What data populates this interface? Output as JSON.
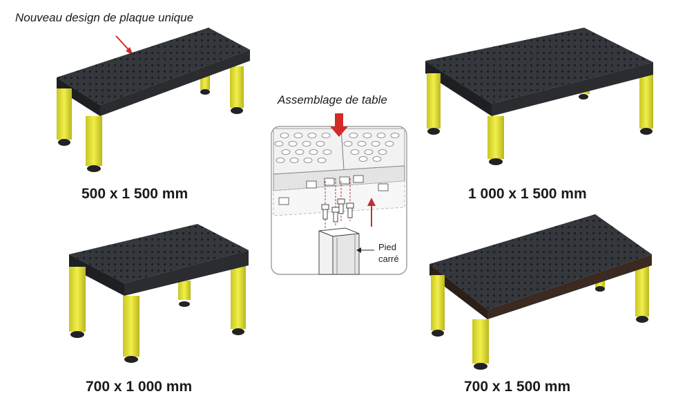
{
  "annotation": {
    "new_design_label": "Nouveau design de plaque unique"
  },
  "assembly": {
    "title": "Assemblage de table",
    "foot_label_line1": "Pied",
    "foot_label_line2": "carré"
  },
  "tables": [
    {
      "size_label": "500 x 1 500 mm"
    },
    {
      "size_label": "1 000 x 1 500 mm"
    },
    {
      "size_label": "700 x 1 000 mm"
    },
    {
      "size_label": "700 x 1 500 mm"
    }
  ],
  "colors": {
    "top_dark": "#2f3236",
    "top_brown": "#3a2a22",
    "leg_yellow": "#e8e635",
    "arrow_red": "#d42a2a"
  }
}
